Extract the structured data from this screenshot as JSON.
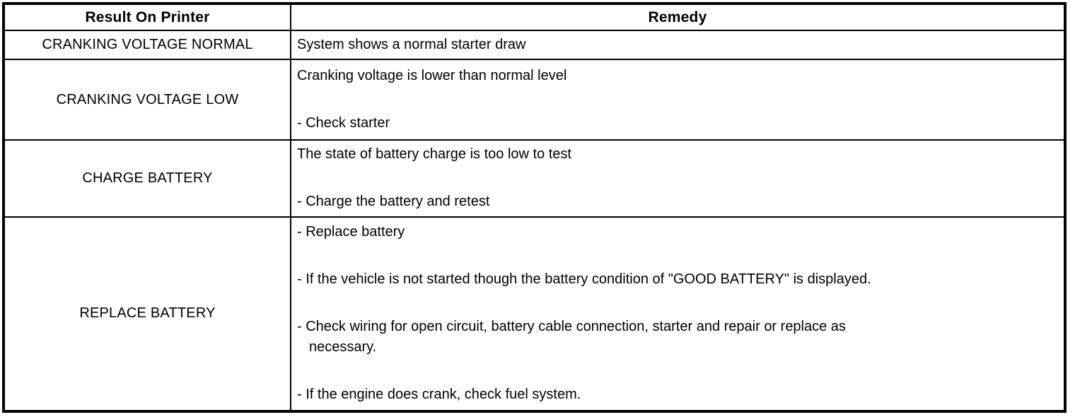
{
  "colors": {
    "background": "#ffffff",
    "border": "#000000",
    "text": "#000000"
  },
  "table": {
    "headers": [
      "Result On Printer",
      "Remedy"
    ],
    "rows": [
      {
        "result": "CRANKING VOLTAGE NORMAL",
        "remedy": [
          [
            "System shows a normal starter draw"
          ]
        ]
      },
      {
        "result": "CRANKING VOLTAGE LOW",
        "remedy": [
          [
            "Cranking voltage is lower than normal level"
          ],
          [
            "- Check starter"
          ]
        ]
      },
      {
        "result": "CHARGE BATTERY",
        "remedy": [
          [
            "The state of battery charge is too low to test"
          ],
          [
            "- Charge the battery and retest"
          ]
        ]
      },
      {
        "result": "REPLACE BATTERY",
        "remedy": [
          [
            "- Replace battery"
          ],
          [
            "- If the vehicle is not started though the battery condition of \"GOOD BATTERY\" is displayed."
          ],
          [
            "- Check wiring for open circuit, battery cable connection, starter and repair or replace as",
            "necessary."
          ],
          [
            "- If the engine does crank, check fuel system."
          ]
        ]
      }
    ]
  }
}
